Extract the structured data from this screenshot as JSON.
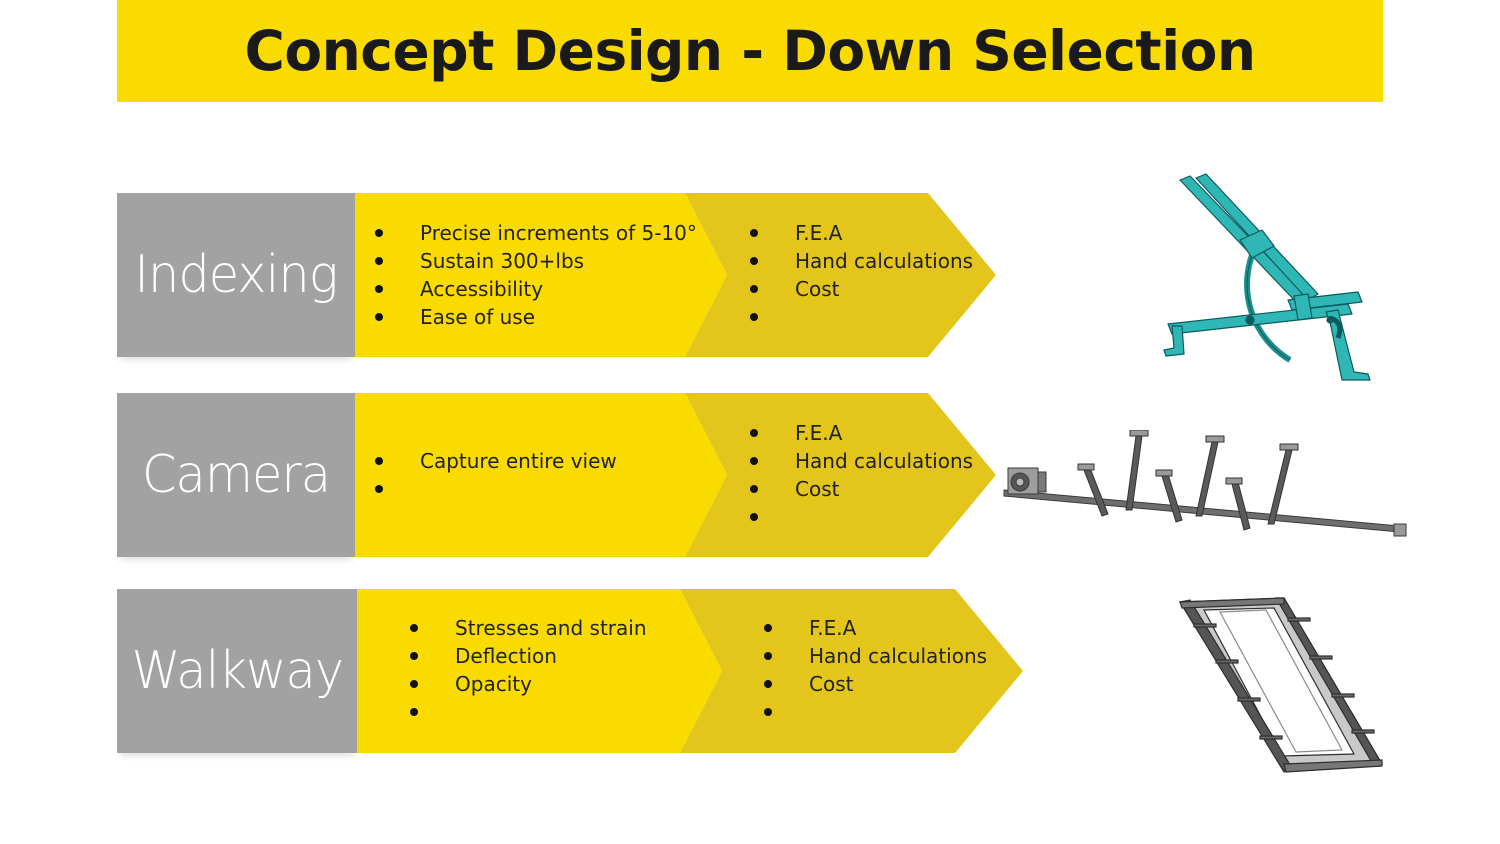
{
  "title": "Concept Design - Down Selection",
  "colors": {
    "banner": "#fadb00",
    "arrow_primary": "#fadb00",
    "arrow_secondary": "#e3c51b",
    "label_box": "#a2a2a2"
  },
  "rows": [
    {
      "label": "Indexing",
      "requirements": [
        "Precise increments of 5-10°",
        "Sustain 300+lbs",
        "Accessibility",
        "Ease of use"
      ],
      "analysis": [
        "F.E.A",
        "Hand calculations",
        "Cost",
        ""
      ],
      "image": "indexing-stand-model"
    },
    {
      "label": "Camera",
      "requirements": [
        "Capture entire view",
        ""
      ],
      "analysis": [
        "F.E.A",
        "Hand calculations",
        "Cost",
        ""
      ],
      "image": "camera-rail-model"
    },
    {
      "label": "Walkway",
      "requirements": [
        "Stresses and strain",
        "Deflection",
        "Opacity",
        ""
      ],
      "analysis": [
        "F.E.A",
        "Hand calculations",
        "Cost",
        ""
      ],
      "image": "walkway-frame-model"
    }
  ]
}
